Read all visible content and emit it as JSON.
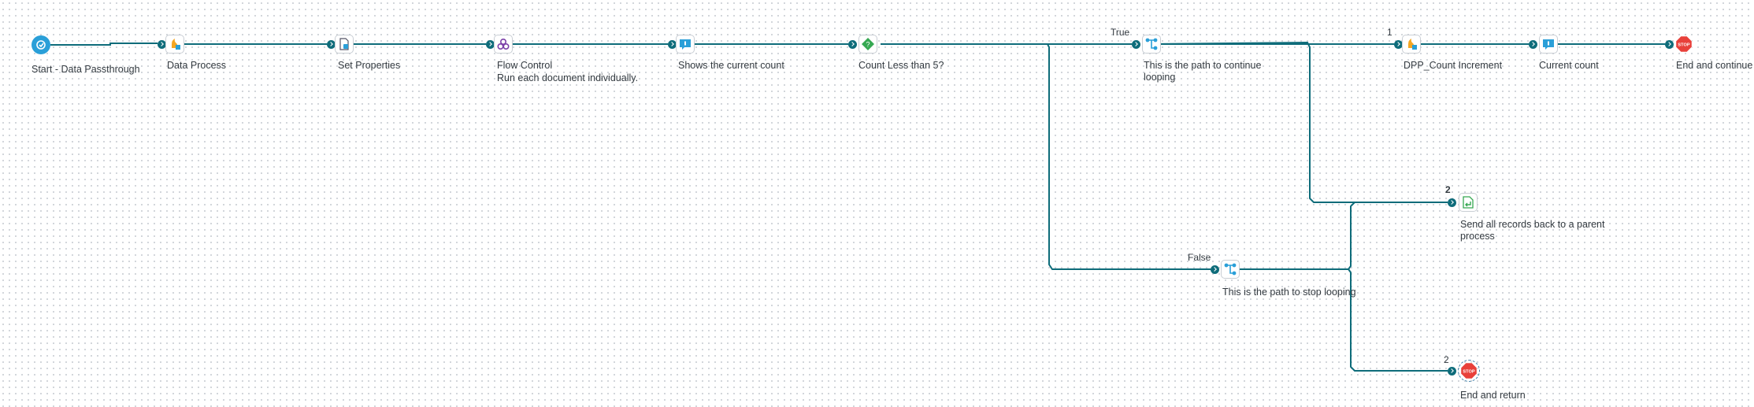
{
  "shapes": {
    "start": {
      "label": "Start - Data Passthrough"
    },
    "data_process": {
      "label": "Data Process"
    },
    "set_properties": {
      "label": "Set Properties"
    },
    "flow_control": {
      "label": "Flow Control",
      "sublabel": "Run each document individually."
    },
    "shows_count": {
      "label": "Shows the current count"
    },
    "count_less": {
      "label": "Count Less than 5?"
    },
    "continue_branch": {
      "label": "This is the path to continue looping",
      "branch_tag": "True"
    },
    "dpp_increment": {
      "label": "DPP_Count Increment",
      "badge": "1"
    },
    "current_count": {
      "label": "Current count"
    },
    "end_continue": {
      "label": "End and continue"
    },
    "stop_branch": {
      "label": "This is the path to stop looping",
      "branch_tag": "False"
    },
    "return_docs": {
      "label": "Send all records back to a parent process",
      "badge": "2"
    },
    "end_return": {
      "label": "End and return",
      "badge": "2"
    }
  },
  "icons": {
    "start": "start-connector-icon",
    "data_process": "data-process-icon",
    "set_properties": "set-properties-icon",
    "flow_control": "flow-control-icon",
    "message": "message-icon",
    "decision": "decision-icon",
    "branch": "branch-icon",
    "return_documents": "return-documents-icon",
    "stop": "stop-icon"
  },
  "colors": {
    "wire": "#0e6c7a",
    "start": "#2a9fd8",
    "message": "#2a9fd8",
    "decision": "#36a852",
    "stop": "#e8403a",
    "flow_control": "#7b3fa8"
  }
}
